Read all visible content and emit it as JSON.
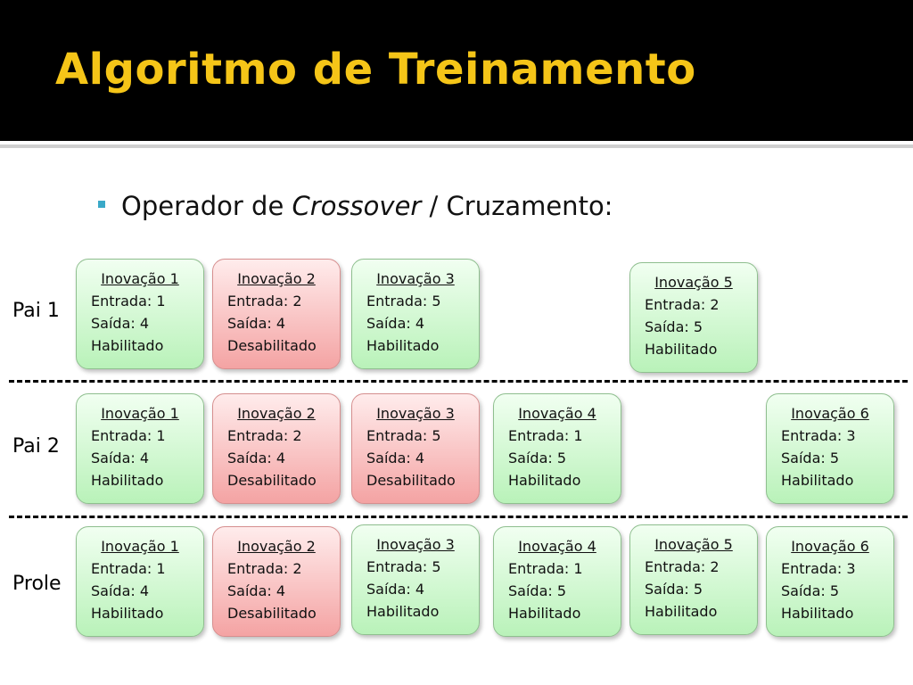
{
  "slide": {
    "title": "Algoritmo de Treinamento",
    "bullet": {
      "prefix": "Operador de ",
      "italic": "Crossover",
      "suffix": " / Cruzamento:"
    }
  },
  "rows": [
    {
      "label": "Pai 1",
      "genes": [
        {
          "slot": 1,
          "title": "Inovação 1",
          "entrada": "Entrada: 1",
          "saida": "Saída: 4",
          "status": "Habilitado",
          "enabled": true
        },
        {
          "slot": 2,
          "title": "Inovação 2",
          "entrada": "Entrada: 2",
          "saida": "Saída: 4",
          "status": "Desabilitado",
          "enabled": false
        },
        {
          "slot": 3,
          "title": "Inovação 3",
          "entrada": "Entrada: 5",
          "saida": "Saída: 4",
          "status": "Habilitado",
          "enabled": true
        },
        {
          "slot": 5,
          "title": "Inovação 5",
          "entrada": "Entrada: 2",
          "saida": "Saída: 5",
          "status": "Habilitado",
          "enabled": true
        }
      ]
    },
    {
      "label": "Pai 2",
      "genes": [
        {
          "slot": 1,
          "title": "Inovação 1",
          "entrada": "Entrada: 1",
          "saida": "Saída: 4",
          "status": "Habilitado",
          "enabled": true
        },
        {
          "slot": 2,
          "title": "Inovação 2",
          "entrada": "Entrada: 2",
          "saida": "Saída: 4",
          "status": "Desabilitado",
          "enabled": false
        },
        {
          "slot": 3,
          "title": "Inovação 3",
          "entrada": "Entrada: 5",
          "saida": "Saída: 4",
          "status": "Desabilitado",
          "enabled": false
        },
        {
          "slot": 4,
          "title": "Inovação 4",
          "entrada": "Entrada: 1",
          "saida": "Saída: 5",
          "status": "Habilitado",
          "enabled": true
        },
        {
          "slot": 6,
          "title": "Inovação 6",
          "entrada": "Entrada: 3",
          "saida": "Saída: 5",
          "status": "Habilitado",
          "enabled": true
        }
      ]
    },
    {
      "label": "Prole",
      "genes": [
        {
          "slot": 1,
          "title": "Inovação 1",
          "entrada": "Entrada: 1",
          "saida": "Saída: 4",
          "status": "Habilitado",
          "enabled": true
        },
        {
          "slot": 2,
          "title": "Inovação 2",
          "entrada": "Entrada: 2",
          "saida": "Saída: 4",
          "status": "Desabilitado",
          "enabled": false
        },
        {
          "slot": 3,
          "title": "Inovação 3",
          "entrada": "Entrada: 5",
          "saida": "Saída: 4",
          "status": "Habilitado",
          "enabled": true
        },
        {
          "slot": 4,
          "title": "Inovação 4",
          "entrada": "Entrada: 1",
          "saida": "Saída: 5",
          "status": "Habilitado",
          "enabled": true
        },
        {
          "slot": 5,
          "title": "Inovação 5",
          "entrada": "Entrada: 2",
          "saida": "Saída: 5",
          "status": "Habilitado",
          "enabled": true
        },
        {
          "slot": 6,
          "title": "Inovação 6",
          "entrada": "Entrada: 3",
          "saida": "Saída: 5",
          "status": "Habilitado",
          "enabled": true
        }
      ]
    }
  ],
  "colors": {
    "title": "#f5c518",
    "title_background": "#000000",
    "bullet_marker": "#3aa9c8",
    "enabled_gene": "#b9f2b9",
    "disabled_gene": "#f4a3a3"
  }
}
